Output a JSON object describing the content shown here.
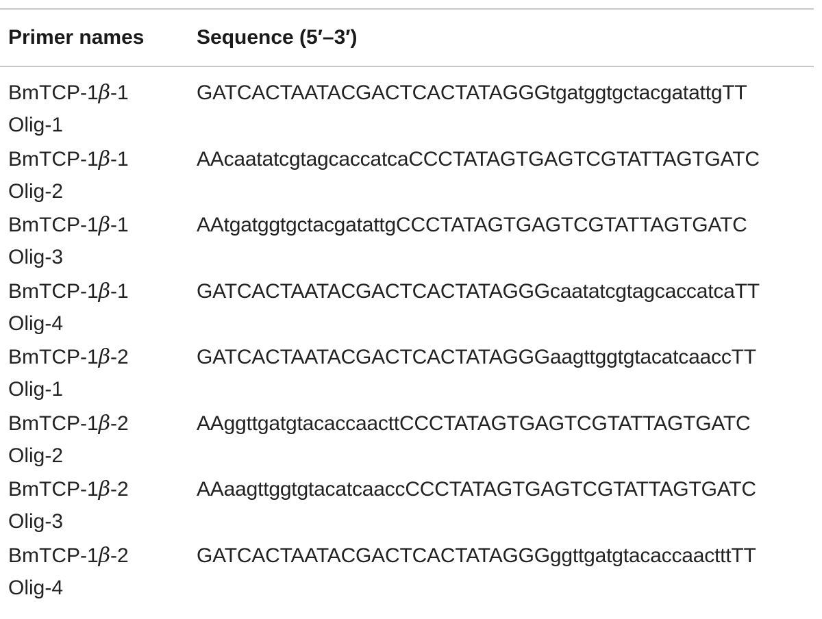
{
  "table": {
    "headers": {
      "primer_names": "Primer names",
      "sequence": "Sequence (5′–3′)"
    },
    "rows": [
      {
        "gene_prefix": "BmTCP-1",
        "beta": "β",
        "gene_suffix": "-1",
        "olig": "Olig-1",
        "sequence": "GATCACTAATACGACTCACTATAGGGtgatggtgctacgatattgTT"
      },
      {
        "gene_prefix": "BmTCP-1",
        "beta": "β",
        "gene_suffix": "-1",
        "olig": "Olig-2",
        "sequence": "AAcaatatcgtagcaccatcaCCCTATAGTGAGTCGTATTAGTGATC"
      },
      {
        "gene_prefix": "BmTCP-1",
        "beta": "β",
        "gene_suffix": "-1",
        "olig": "Olig-3",
        "sequence": "AAtgatggtgctacgatattgCCCTATAGTGAGTCGTATTAGTGATC"
      },
      {
        "gene_prefix": "BmTCP-1",
        "beta": "β",
        "gene_suffix": "-1",
        "olig": "Olig-4",
        "sequence": "GATCACTAATACGACTCACTATAGGGcaatatcgtagcaccatcaTT"
      },
      {
        "gene_prefix": "BmTCP-1",
        "beta": "β",
        "gene_suffix": "-2",
        "olig": "Olig-1",
        "sequence": "GATCACTAATACGACTCACTATAGGGaagttggtgtacatcaaccTT"
      },
      {
        "gene_prefix": "BmTCP-1",
        "beta": "β",
        "gene_suffix": "-2",
        "olig": "Olig-2",
        "sequence": "AAggttgatgtacaccaacttCCCTATAGTGAGTCGTATTAGTGATC"
      },
      {
        "gene_prefix": "BmTCP-1",
        "beta": "β",
        "gene_suffix": "-2",
        "olig": "Olig-3",
        "sequence": "AAaagttggtgtacatcaaccCCCTATAGTGAGTCGTATTAGTGATC"
      },
      {
        "gene_prefix": "BmTCP-1",
        "beta": "β",
        "gene_suffix": "-2",
        "olig": "Olig-4",
        "sequence": "GATCACTAATACGACTCACTATAGGGggttgatgtacaccaactttTT"
      }
    ]
  }
}
